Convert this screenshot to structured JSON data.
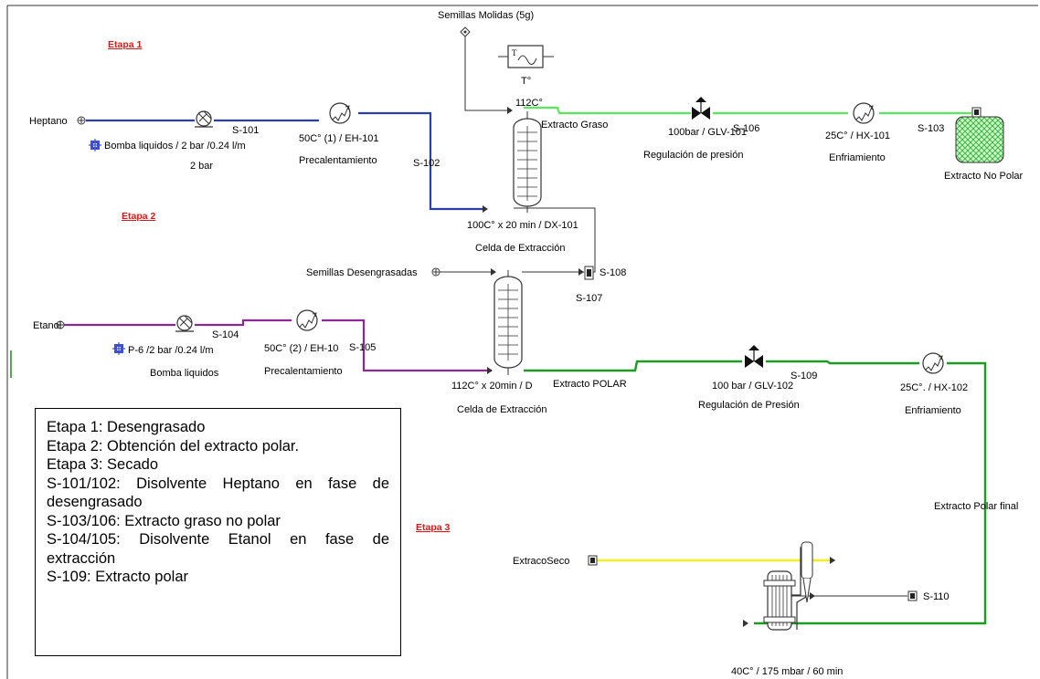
{
  "stages": {
    "stage1": "Etapa 1",
    "stage2": "Etapa 2",
    "stage3": "Etapa 3"
  },
  "inputs": {
    "heptane": "Heptano",
    "ground_seeds": "Semillas Molidas (5g)",
    "defatted_seeds": "Semillas Desengrasadas",
    "ethanol": "Etanol"
  },
  "streams": {
    "s101": "S-101",
    "s102": "S-102",
    "s103": "S-103",
    "s104": "S-104",
    "s105": "S-105",
    "s106": "S-106",
    "s107": "S-107",
    "s108": "S-108",
    "s109": "S-109",
    "s110": "S-110"
  },
  "units": {
    "pump1_spec": "Bomba liquidos / 2 bar /0.24 l/m",
    "pump1_note": "2 bar",
    "heater1_spec": "50C° (1) / EH-101",
    "heater1_name": "Precalentamiento",
    "temp_sensor_spec": "112C°",
    "temp_sensor_label": "T°",
    "cell1_spec": "100C° x 20 min / DX-101",
    "cell1_name": "Celda de Extracción",
    "valve1_spec": "100bar / GLV-101",
    "valve1_name": "Regulación de presión",
    "cooler1_spec": "25C° / HX-101",
    "cooler1_name": "Enfriamiento",
    "product1": "Extracto No Polar",
    "fatty_extract": "Extracto Graso",
    "pump2_spec": "P-6 /2 bar /0.24 l/m",
    "pump2_name": "Bomba liquidos",
    "heater2_spec": "50C° (2) / EH-10",
    "heater2_name": "Precalentamiento",
    "cell2_spec": "112C° x 20min / D",
    "cell2_name": "Celda de Extracción",
    "polar_extract": "Extracto POLAR",
    "valve2_spec": "100 bar / GLV-102",
    "valve2_name": "Regulación de Presión",
    "cooler2_spec": "25C°. / HX-102",
    "cooler2_name": "Enfriamiento",
    "final_polar": "Extracto Polar final",
    "dry_extract": "ExtracoSeco",
    "dryer_spec": "40C° / 175 mbar / 60 min"
  },
  "legend": [
    "Etapa 1: Desengrasado",
    "Etapa 2: Obtención del extracto polar.",
    "Etapa 3: Secado",
    "S-101/102: Disolvente Heptano en fase de desengrasado",
    "S-103/106: Extracto graso no polar",
    "S-104/105: Disolvente Etanol en fase de extracción",
    "S-109: Extracto polar"
  ],
  "colors": {
    "heptane_line": "#2a3fa8",
    "ethanol_line": "#8b2a96",
    "light_green_line": "#58e858",
    "dark_green_line": "#1d9b22",
    "yellow_line": "#f0f01a",
    "stage_label": "#e01818"
  }
}
